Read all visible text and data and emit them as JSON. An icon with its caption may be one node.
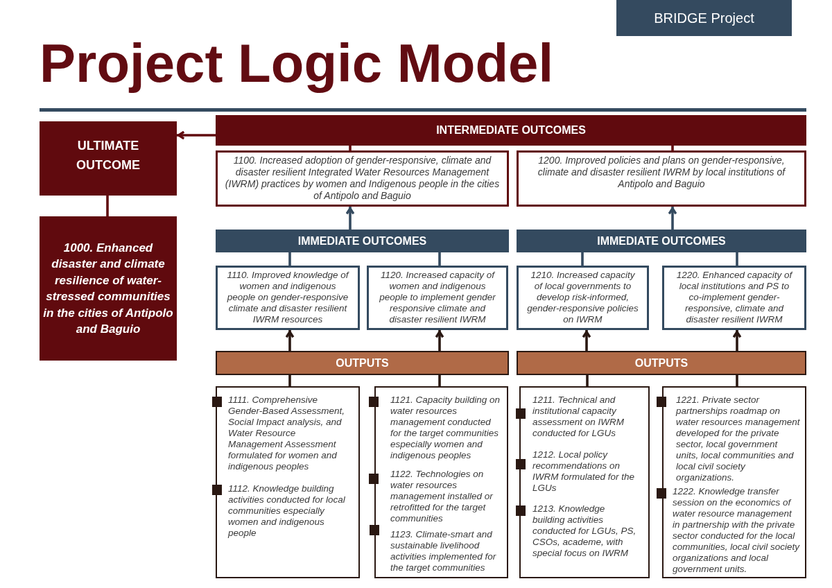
{
  "diagram": {
    "title": "Project Logic Model",
    "nodes": [
      {
        "text": [
          "BRIDGE Project"
        ]
      },
      {
        "text": [
          "ULTIMATE OUTCOME"
        ]
      },
      {
        "text": [
          "1000. Enhanced disaster and climate resilience of water-stressed communities in the cities of Antipolo and Baguio"
        ]
      },
      {
        "text": [
          "INTERMEDIATE OUTCOMES"
        ]
      },
      {
        "text": [
          "1100. Increased adoption of gender-responsive, climate and disaster resilient Integrated Water Resources Management (IWRM) practices by women and Indigenous people in the cities of Antipolo and Baguio"
        ]
      },
      {
        "text": [
          "1200. Improved policies and plans on gender-responsive, climate and disaster resilient IWRM by local institutions of Antipolo and Baguio"
        ]
      },
      {
        "text": [
          "IMMEDIATE OUTCOMES"
        ]
      },
      {
        "text": [
          "IMMEDIATE OUTCOMES"
        ]
      },
      {
        "text": [
          "1110. Improved knowledge of women and indigenous people on gender-responsive climate and disaster resilient IWRM resources"
        ]
      },
      {
        "text": [
          "1120. Increased capacity of women and indigenous people to implement gender responsive climate and disaster resilient IWRM"
        ]
      },
      {
        "text": [
          "1210. Increased capacity of local governments to develop risk-informed, gender-responsive policies on IWRM"
        ]
      },
      {
        "text": [
          "1220. Enhanced capacity of local institutions and PS to co-implement gender-responsive, climate and disaster resilient IWRM"
        ]
      },
      {
        "text": [
          "OUTPUTS"
        ]
      },
      {
        "text": [
          "OUTPUTS"
        ]
      },
      {
        "text": [
          "1111. Comprehensive Gender-Based Assessment, Social Impact analysis, and Water Resource Management Assessment formulated for women and indigenous peoples",
          "1112. Knowledge building activities conducted for local communities especially women and indigenous people"
        ]
      },
      {
        "text": [
          "1121. Capacity building on water resources management conducted for the target communities especially women and indigenous peoples",
          "1122. Technologies on water resources management installed or retrofitted for the target communities",
          "1123. Climate-smart and sustainable livelihood activities implemented for the target communities"
        ]
      },
      {
        "text": [
          "1211. Technical and institutional capacity assessment on IWRM conducted for LGUs",
          "1212. Local policy recommendations on IWRM formulated for the LGUs",
          "1213. Knowledge building activities conducted for LGUs, PS, CSOs, academe, with special focus on IWRM"
        ]
      },
      {
        "text": [
          "1221. Private sector partnerships roadmap on water resources management developed for the private sector, local government units, local communities and local civil society organizations.",
          "1222. Knowledge transfer session on the economics of water resource management in partnership with the private sector conducted for the local communities, local civil society organizations and local government units."
        ]
      }
    ],
    "edges": [
      {
        "from": 3,
        "to": 1,
        "arrow": "to",
        "color": "#600a0e"
      },
      {
        "from": 1,
        "to": 2,
        "arrow": "none",
        "color": "#600a0e"
      },
      {
        "from": 3,
        "to": 4,
        "arrow": "none",
        "color": "#600a0e"
      },
      {
        "from": 3,
        "to": 5,
        "arrow": "none",
        "color": "#600a0e"
      },
      {
        "from": 6,
        "to": 4,
        "arrow": "to",
        "color": "#344a5f"
      },
      {
        "from": 7,
        "to": 5,
        "arrow": "to",
        "color": "#344a5f"
      },
      {
        "from": 6,
        "to": 8,
        "arrow": "none",
        "color": "#344a5f"
      },
      {
        "from": 6,
        "to": 9,
        "arrow": "none",
        "color": "#344a5f"
      },
      {
        "from": 7,
        "to": 10,
        "arrow": "none",
        "color": "#344a5f"
      },
      {
        "from": 7,
        "to": 11,
        "arrow": "none",
        "color": "#344a5f"
      },
      {
        "from": 12,
        "to": 8,
        "arrow": "to"
      },
      {
        "from": 12,
        "to": 9,
        "arrow": "to"
      },
      {
        "from": 13,
        "to": 10,
        "arrow": "to"
      },
      {
        "from": 13,
        "to": 11,
        "arrow": "to"
      },
      {
        "from": 12,
        "to": 14,
        "arrow": "none"
      },
      {
        "from": 12,
        "to": 15,
        "arrow": "none"
      },
      {
        "from": 13,
        "to": 16,
        "arrow": "none"
      },
      {
        "from": 13,
        "to": 17,
        "arrow": "none"
      }
    ]
  }
}
